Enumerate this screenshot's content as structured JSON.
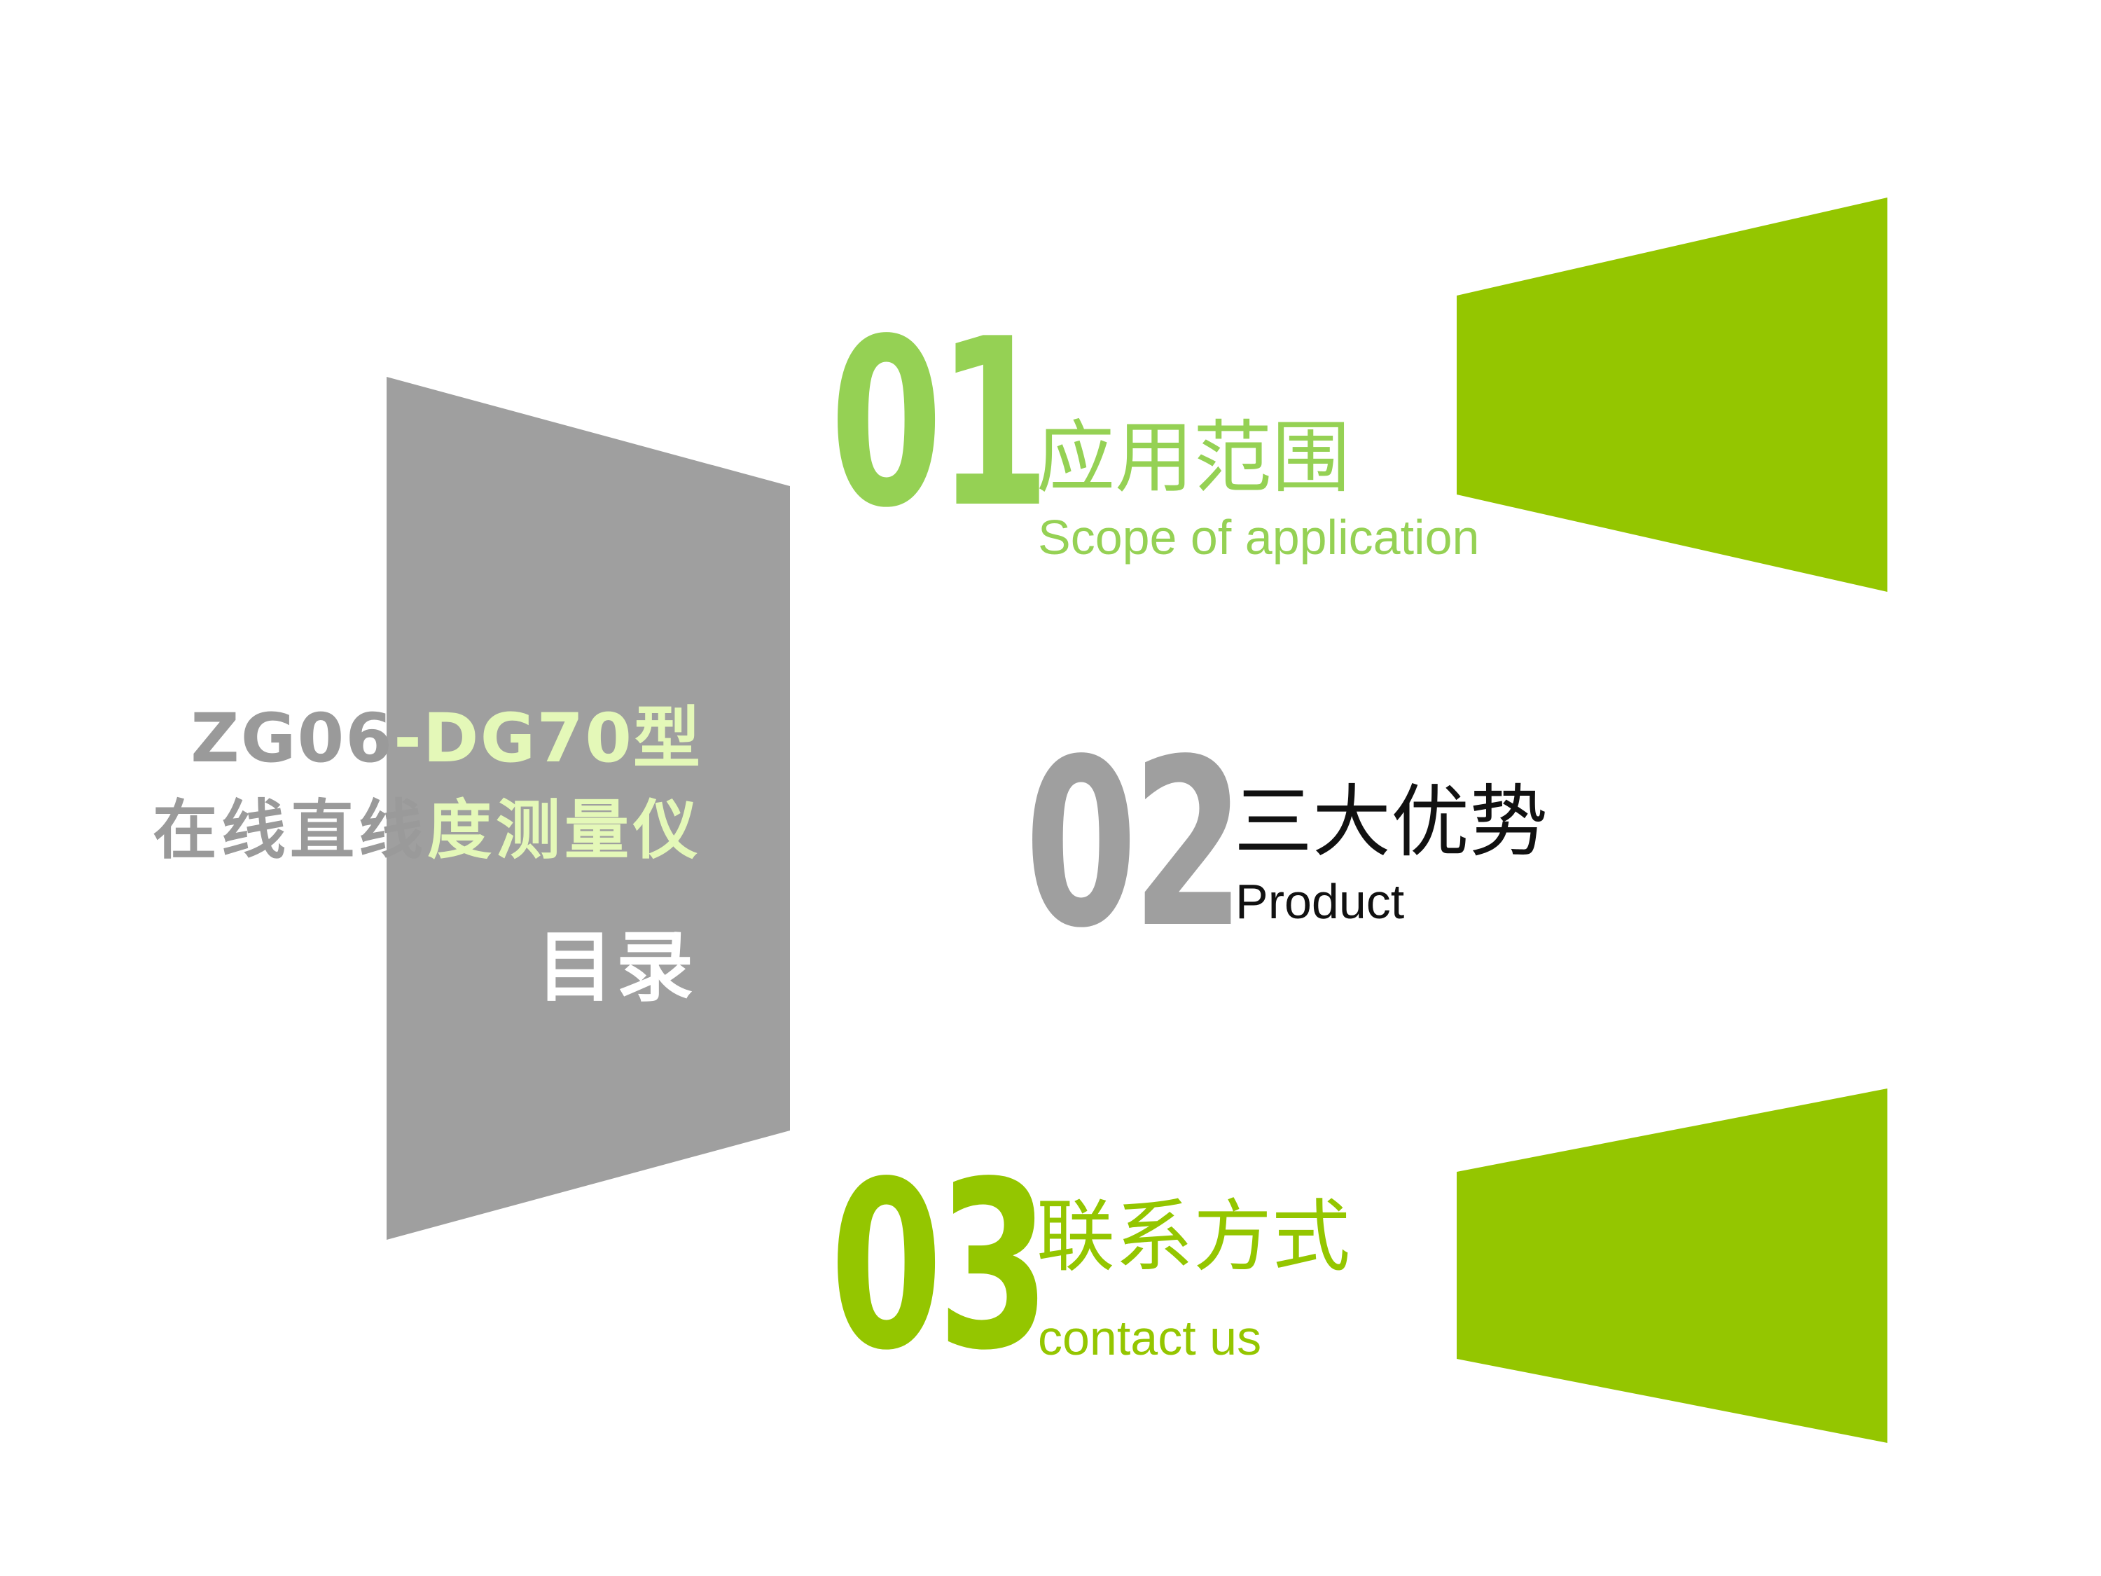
{
  "colors": {
    "grey": "#9f9f9f",
    "green": "#94c600",
    "green_light": "#95d154",
    "title_light": "#e4f8b8",
    "dark": "#111111",
    "white": "#ffffff"
  },
  "product": {
    "line1_grey": "ZG06",
    "line1_light": "-DG70型",
    "line2_grey": "在线直线",
    "line2_light": "度测量仪"
  },
  "toc_label": "目录",
  "sections": [
    {
      "number": "01",
      "title": "应用范围",
      "subtitle": "Scope of application"
    },
    {
      "number": "02",
      "title": "三大优势",
      "subtitle": "Product"
    },
    {
      "number": "03",
      "title": "联系方式",
      "subtitle": "contact us"
    }
  ]
}
